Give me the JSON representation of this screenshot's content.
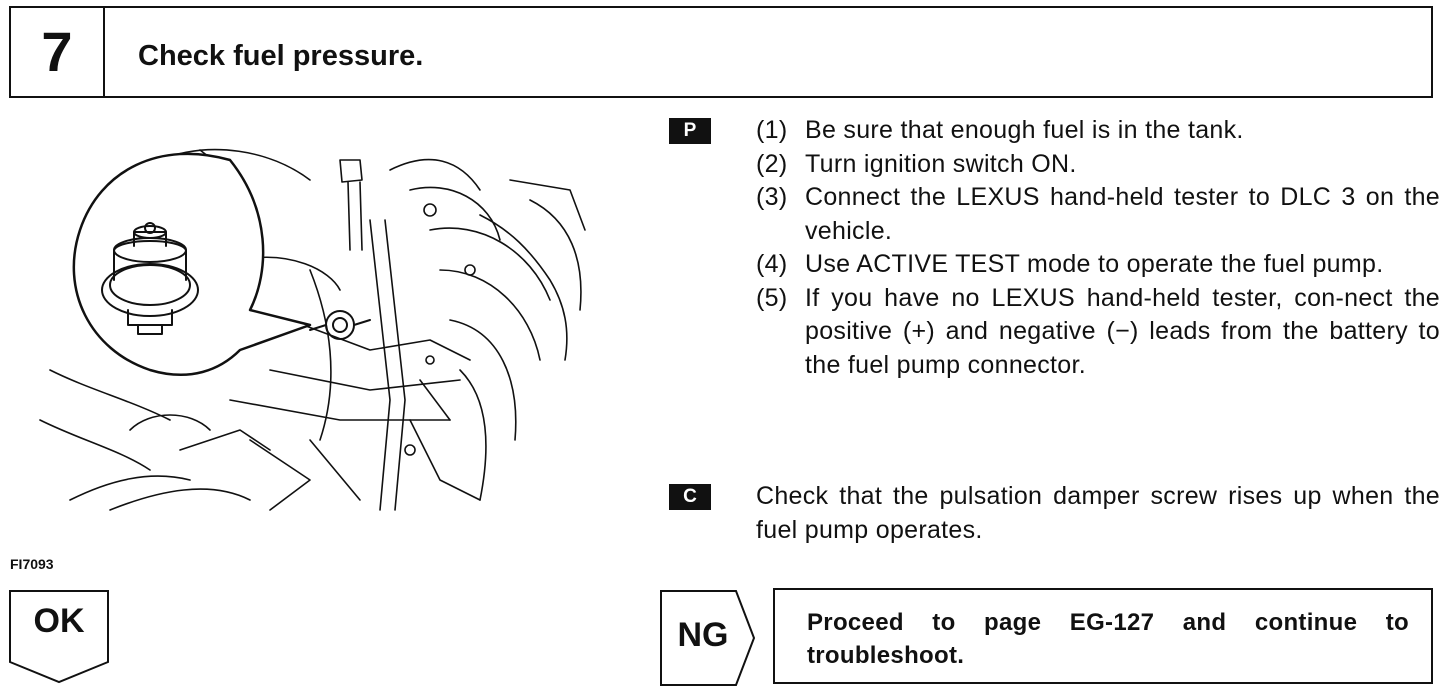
{
  "header": {
    "step": "7",
    "title": "Check fuel pressure."
  },
  "figure": {
    "label": "FI7093"
  },
  "prep": {
    "badge": "P",
    "steps": [
      {
        "num": "(1)",
        "text": "Be sure that enough fuel is in the tank."
      },
      {
        "num": "(2)",
        "text": "Turn ignition switch ON."
      },
      {
        "num": "(3)",
        "text": "Connect the LEXUS hand-held tester to DLC 3 on the vehicle."
      },
      {
        "num": "(4)",
        "text": "Use ACTIVE TEST mode to operate the fuel pump."
      },
      {
        "num": "(5)",
        "text": "If you have no LEXUS hand-held tester, con-nect the positive (+) and negative (−) leads from the battery to the fuel pump connector."
      }
    ]
  },
  "check": {
    "badge": "C",
    "text": "Check that the pulsation damper screw rises up when the fuel pump operates."
  },
  "results": {
    "ok": "OK",
    "ng": "NG",
    "ng_action": "Proceed to page EG-127 and continue to troubleshoot."
  }
}
